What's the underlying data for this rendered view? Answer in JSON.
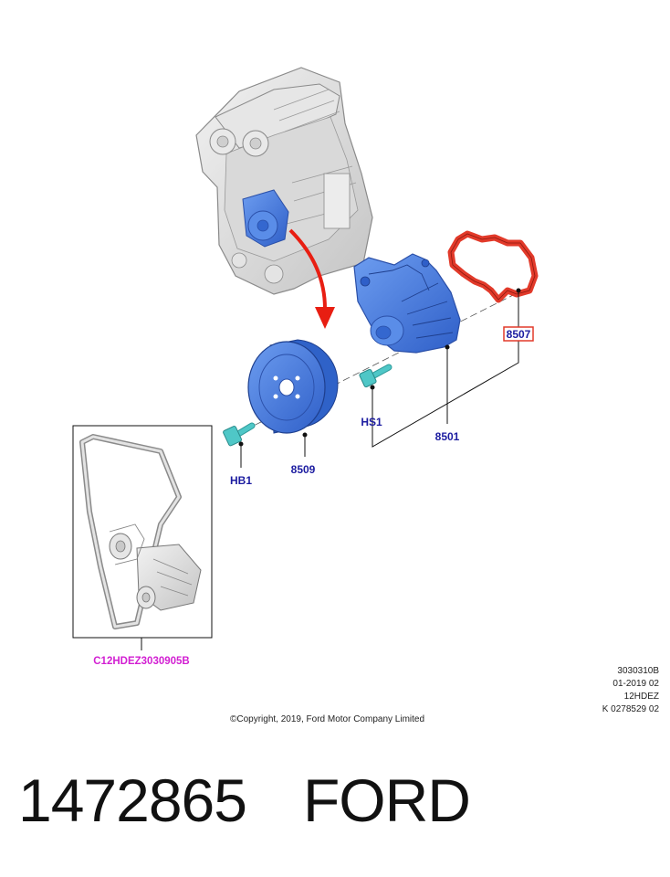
{
  "callouts": {
    "gasket": "8507",
    "water_pump": "8501",
    "pump_pulley": "8509",
    "bolt_hs1": "HS1",
    "bolt_hb1": "HB1"
  },
  "reference_link": "C12HDEZ3030905B",
  "meta_lines": [
    "3030310B",
    "01-2019 02",
    "12HDEZ",
    "K 0278529 02"
  ],
  "copyright": "©Copyright, 2019, Ford Motor Company Limited",
  "caption": {
    "part_number": "1472865",
    "brand": "FORD"
  },
  "colors": {
    "part_blue": "#3f78e0",
    "bolt_teal": "#4fc7c7",
    "gasket_red": "#e23a2a",
    "arrow_red": "#e81e12",
    "callout_blue": "#1c1ca0",
    "link_magenta": "#d21fd2"
  }
}
